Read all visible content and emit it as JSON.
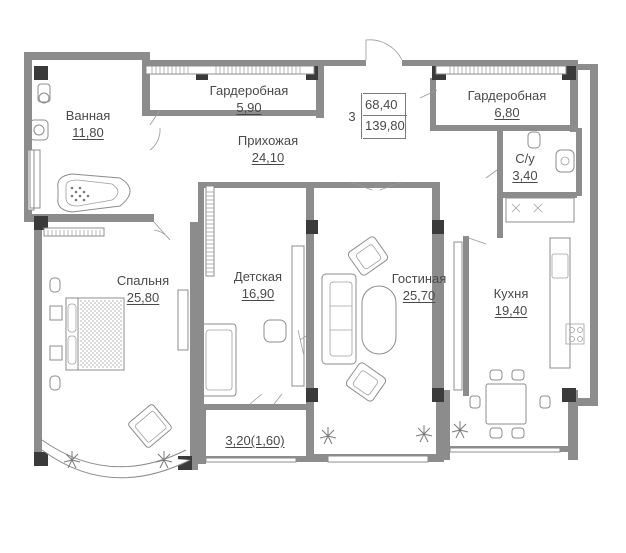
{
  "apartment": {
    "rooms_count": "3",
    "living_area": "68,40",
    "total_area": "139,80"
  },
  "rooms": {
    "bathroom": {
      "name": "Ванная",
      "area": "11,80"
    },
    "wardrobe1": {
      "name": "Гардеробная",
      "area": "5,90"
    },
    "hallway": {
      "name": "Прихожая",
      "area": "24,10"
    },
    "wardrobe2": {
      "name": "Гардеробная",
      "area": "6,80"
    },
    "wc": {
      "name": "С/у",
      "area": "3,40"
    },
    "bedroom": {
      "name": "Спальня",
      "area": "25,80"
    },
    "kids": {
      "name": "Детская",
      "area": "16,90"
    },
    "living": {
      "name": "Гостиная",
      "area": "25,70"
    },
    "kitchen": {
      "name": "Кухня",
      "area": "19,40"
    },
    "balcony": {
      "area": "3,20(1,60)"
    }
  },
  "colors": {
    "walls": "#8c8c8c",
    "columns": "#3a3a3a",
    "text": "#4a4a4a",
    "background": "#ffffff"
  }
}
